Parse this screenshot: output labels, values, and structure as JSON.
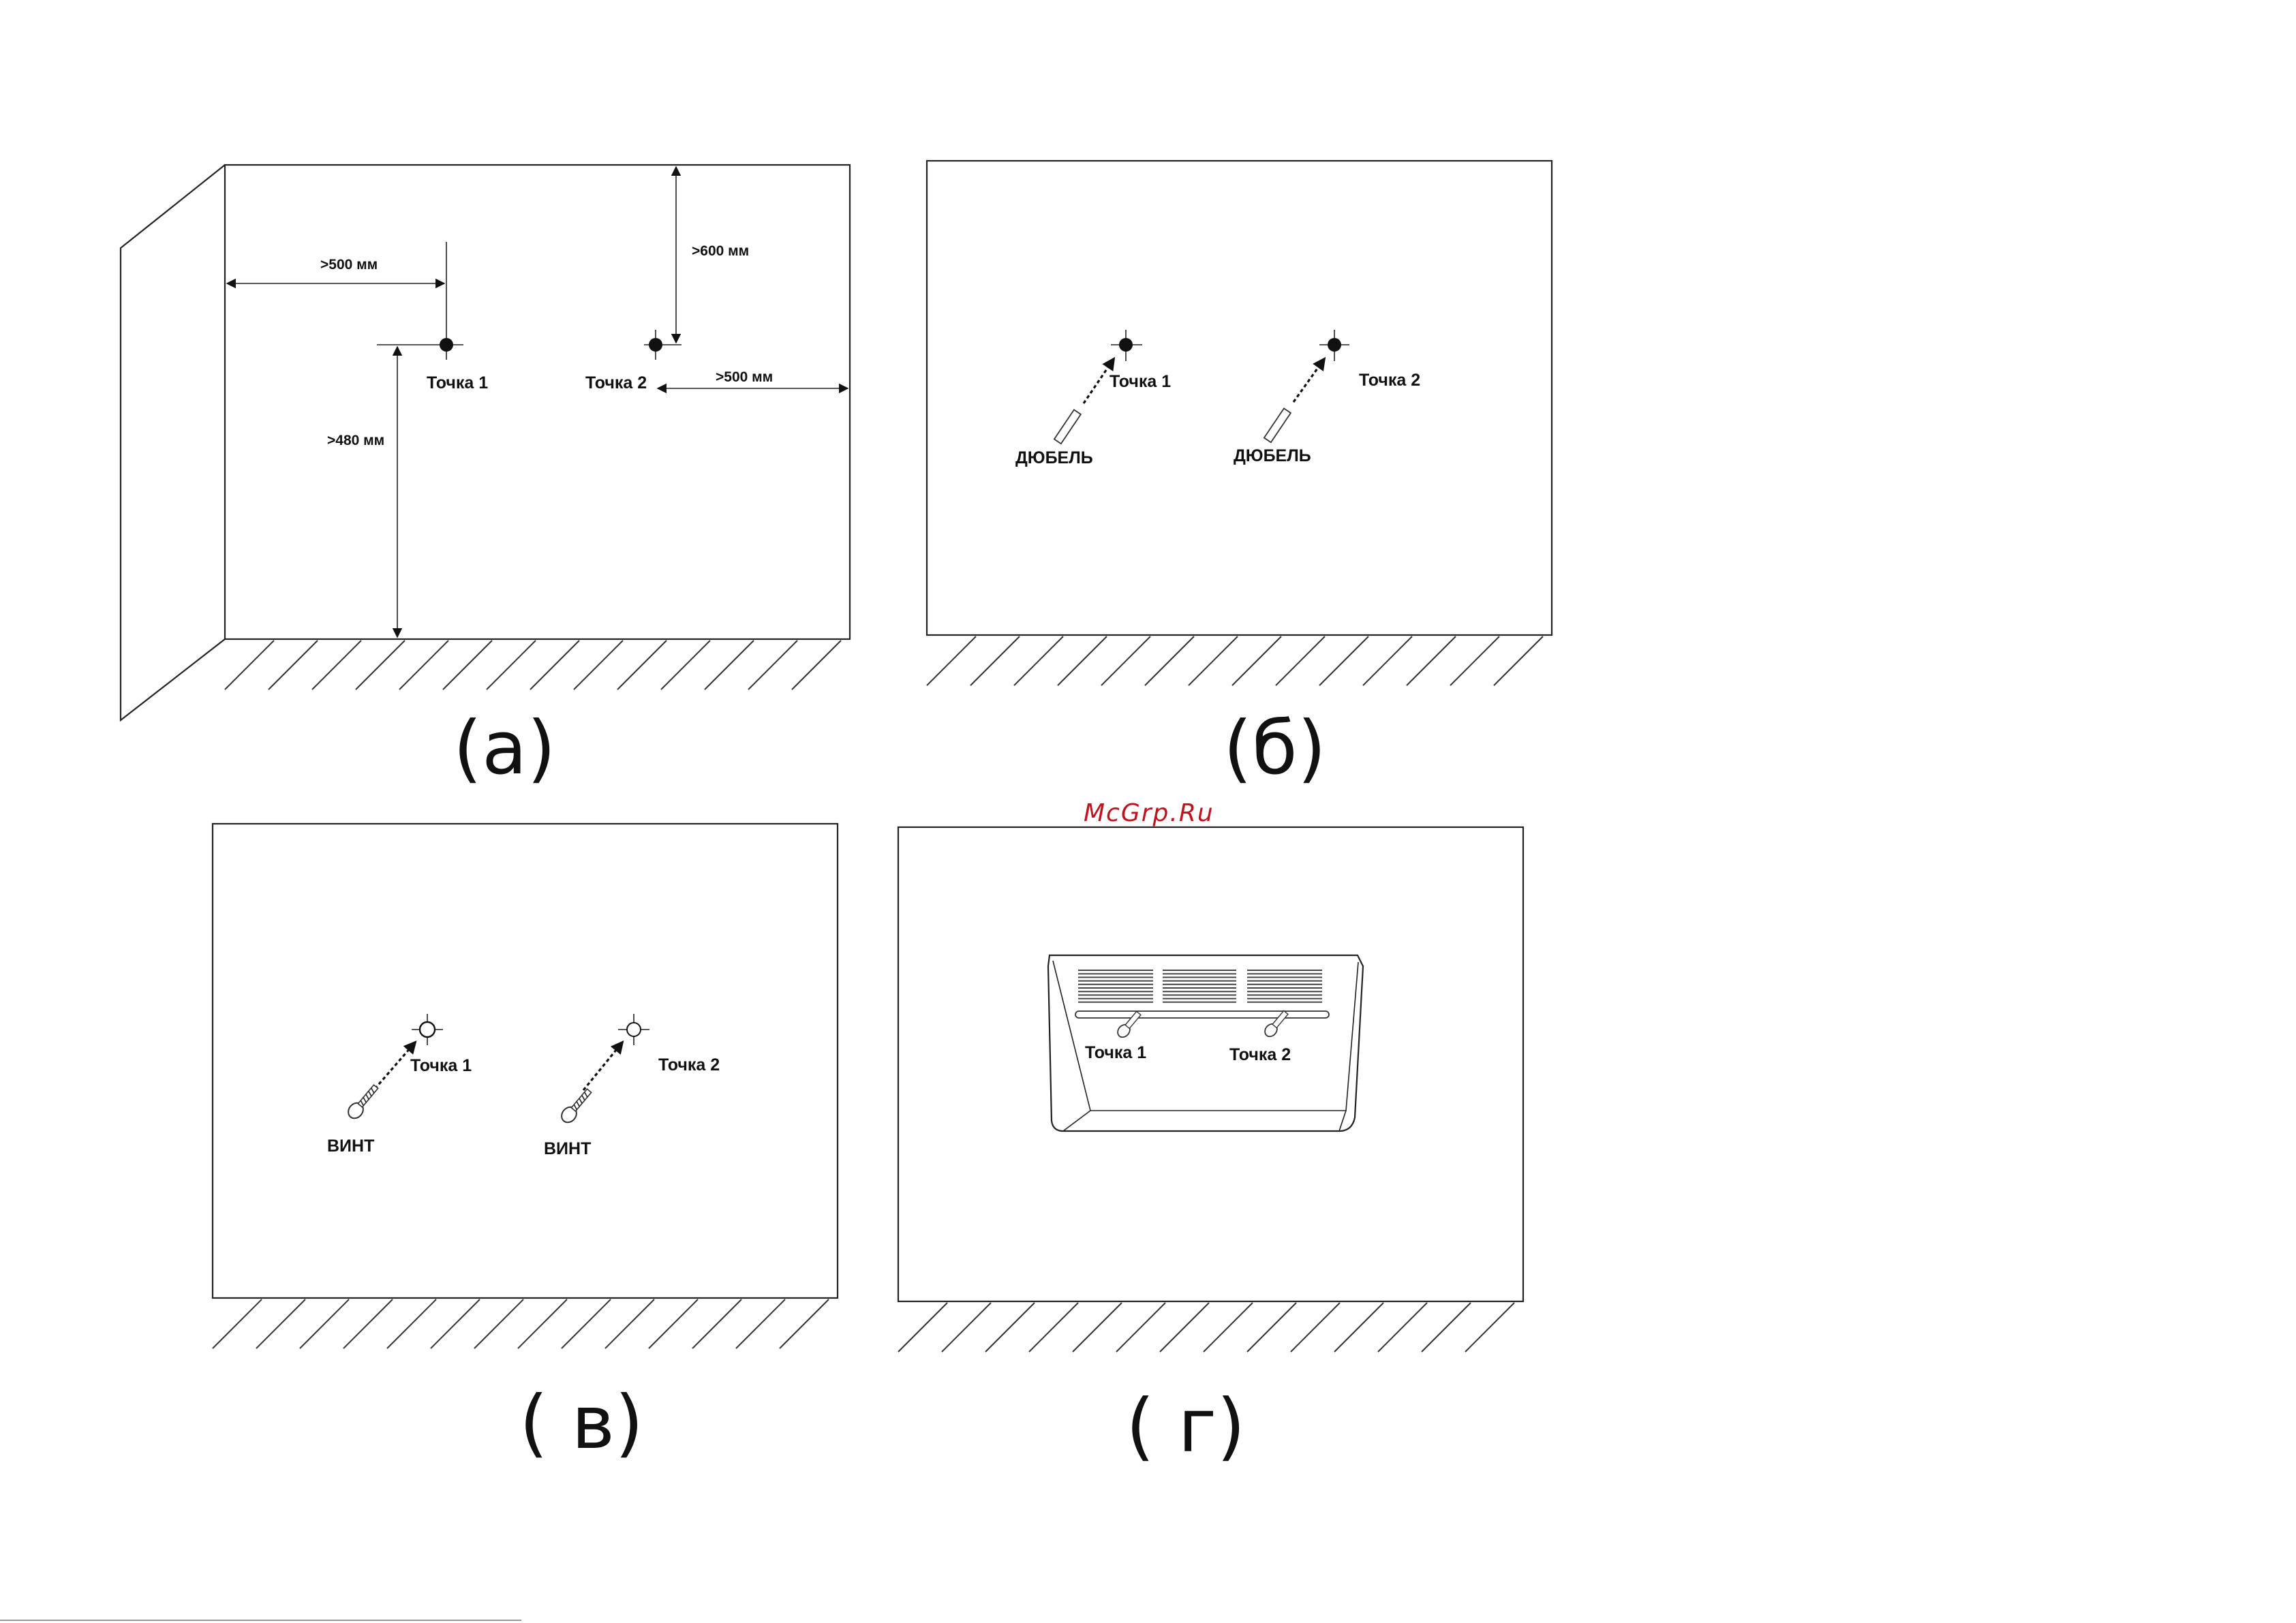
{
  "watermark": "McGrp.Ru",
  "panels": {
    "a": {
      "caption": "(а)",
      "point1_label": "Точка 1",
      "point2_label": "Точка 2",
      "dim_left": ">500 мм",
      "dim_top": ">600 мм",
      "dim_right": ">500 мм",
      "dim_bottom": ">480 мм"
    },
    "b": {
      "caption": "(б)",
      "point1_label": "Точка 1",
      "point2_label": "Точка 2",
      "anchor1_label": "ДЮБЕЛЬ",
      "anchor2_label": "ДЮБЕЛЬ"
    },
    "c": {
      "caption": "( в)",
      "point1_label": "Точка 1",
      "point2_label": "Точка 2",
      "screw1_label": "ВИНТ",
      "screw2_label": "ВИНТ"
    },
    "d": {
      "caption": "( г)",
      "point1_label": "Точка 1",
      "point2_label": "Точка 2"
    }
  }
}
